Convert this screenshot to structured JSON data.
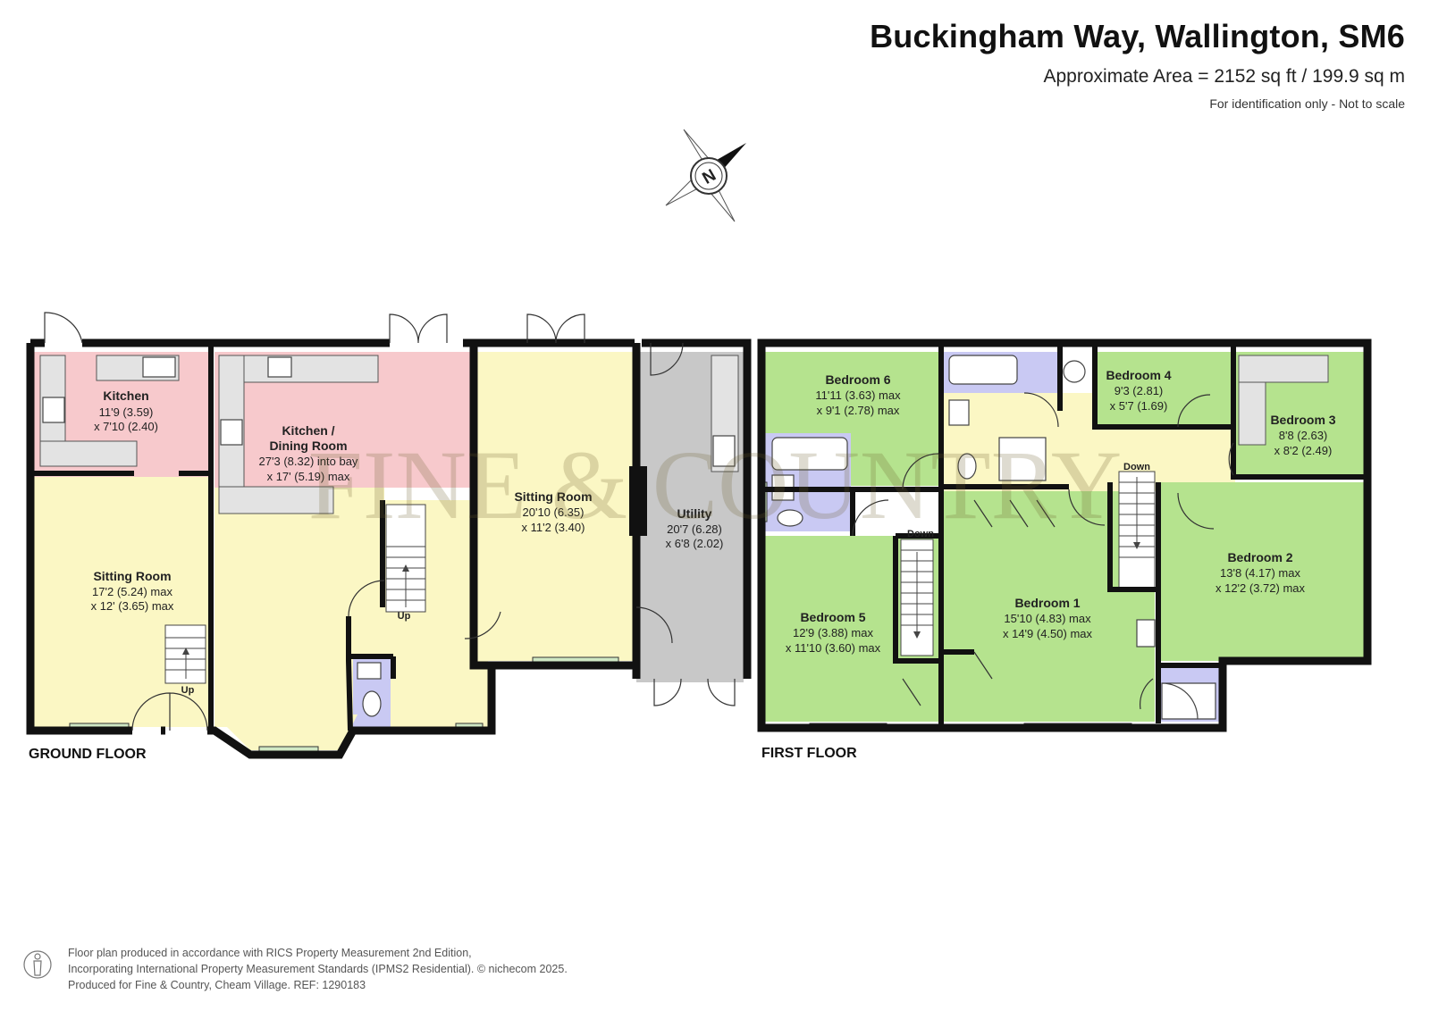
{
  "header": {
    "title": "Buckingham Way, Wallington, SM6",
    "area": "Approximate Area = 2152 sq ft / 199.9 sq m",
    "note": "For identification only - Not to scale"
  },
  "compass": {
    "label": "N"
  },
  "watermark": "FINE & COUNTRY",
  "ground_floor": {
    "label": "GROUND FLOOR",
    "rooms": [
      {
        "name": "Kitchen",
        "dims": [
          "11'9 (3.59)",
          "x 7'10 (2.40)"
        ],
        "color": "#f7c9cc"
      },
      {
        "name": "Kitchen /",
        "name2": "Dining Room",
        "dims": [
          "27'3 (8.32) into bay",
          "x 17' (5.19) max"
        ],
        "color": "#f7c9cc"
      },
      {
        "name": "Sitting Room",
        "dims": [
          "17'2 (5.24) max",
          "x 12' (3.65) max"
        ],
        "color": "#fbf7c4"
      },
      {
        "name": "Sitting Room",
        "dims": [
          "20'10 (6.35)",
          "x 11'2 (3.40)"
        ],
        "color": "#fbf7c4"
      },
      {
        "name": "Utility",
        "dims": [
          "20'7 (6.28)",
          "x 6'8 (2.02)"
        ],
        "color": "#c8c8c8"
      }
    ],
    "stairs": [
      "Up",
      "Up"
    ]
  },
  "first_floor": {
    "label": "FIRST FLOOR",
    "rooms": [
      {
        "name": "Bedroom 6",
        "dims": [
          "11'11 (3.63) max",
          "x 9'1 (2.78) max"
        ],
        "color": "#b5e38e"
      },
      {
        "name": "Bedroom 4",
        "dims": [
          "9'3 (2.81)",
          "x 5'7 (1.69)"
        ],
        "color": "#b5e38e"
      },
      {
        "name": "Bedroom 3",
        "dims": [
          "8'8 (2.63)",
          "x 8'2 (2.49)"
        ],
        "color": "#b5e38e"
      },
      {
        "name": "Bedroom 2",
        "dims": [
          "13'8 (4.17) max",
          "x 12'2 (3.72) max"
        ],
        "color": "#b5e38e"
      },
      {
        "name": "Bedroom 5",
        "dims": [
          "12'9 (3.88) max",
          "x 11'10 (3.60) max"
        ],
        "color": "#b5e38e"
      },
      {
        "name": "Bedroom 1",
        "dims": [
          "15'10 (4.83) max",
          "x 14'9 (4.50) max"
        ],
        "color": "#b5e38e"
      }
    ],
    "stairs": [
      "Down",
      "Down"
    ]
  },
  "colors": {
    "landing": "#fbf7c4",
    "bathroom": "#c9c9f3",
    "walls": "#111111",
    "window": "#cfe8c4"
  },
  "footer": {
    "line1": "Floor plan produced in accordance with RICS Property Measurement 2nd Edition,",
    "line2": "Incorporating International Property Measurement Standards (IPMS2 Residential).   © nichecom 2025.",
    "line3": "Produced for Fine & Country, Cheam Village.   REF:  1290183"
  }
}
